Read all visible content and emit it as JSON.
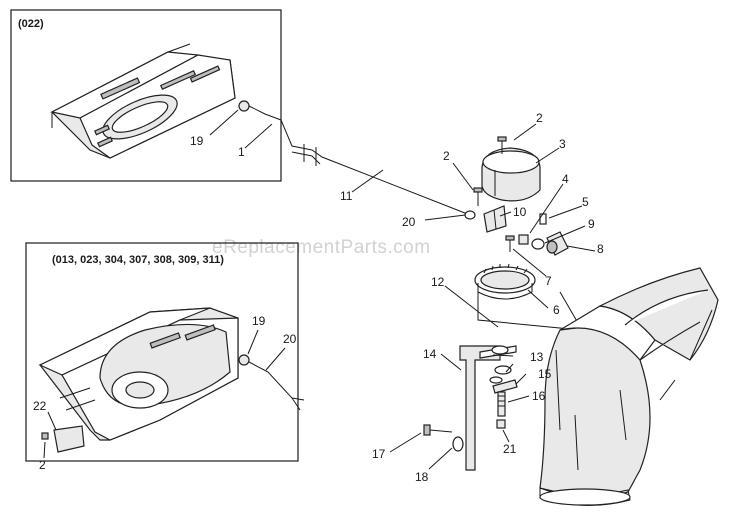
{
  "watermark": "eReplacementParts.com",
  "insets": {
    "top": {
      "label": "(022)"
    },
    "bottom": {
      "label": "(013, 023, 304, 307, 308, 309, 311)"
    }
  },
  "callouts": {
    "c2a": "2",
    "c3": "3",
    "c2b": "2",
    "c4": "4",
    "c5": "5",
    "c9": "9",
    "c8": "8",
    "c7": "7",
    "c10": "10",
    "c20a": "20",
    "c11": "11",
    "c19a": "19",
    "c1": "1",
    "c12": "12",
    "c6": "6",
    "c14": "14",
    "c13": "13",
    "c15": "15",
    "c16": "16",
    "c17": "17",
    "c18": "18",
    "c21": "21",
    "c19b": "19",
    "c20b": "20",
    "c22": "22",
    "c2c": "2"
  }
}
